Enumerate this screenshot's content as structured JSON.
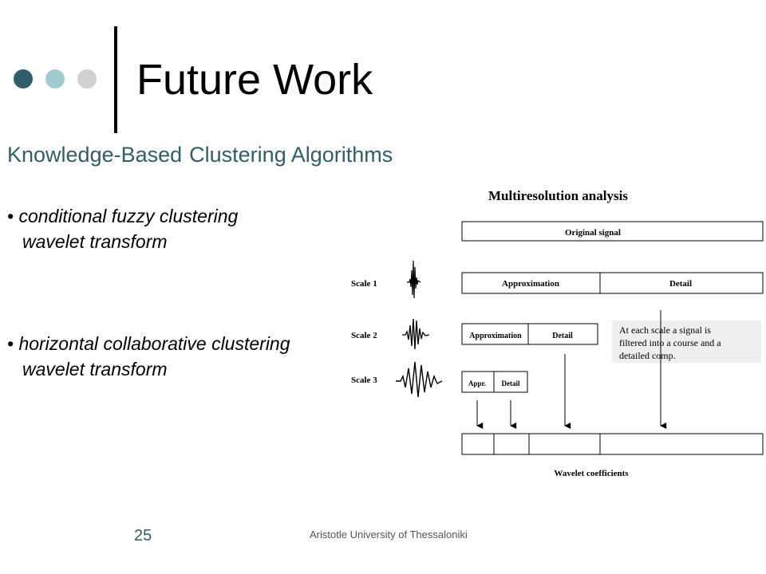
{
  "slide": {
    "title": "Future Work",
    "subtitle_part1": "Knowledge-Based",
    "subtitle_part2": "Clustering Algorithms",
    "bullets": [
      {
        "line1": "• conditional fuzzy clustering",
        "line2": "wavelet transform"
      },
      {
        "line1": "• horizontal collaborative clustering",
        "line2": "wavelet transform"
      }
    ],
    "page_number": "25",
    "footer": "Aristotle University of Thessaloniki"
  },
  "decor": {
    "dot_colors": [
      "#2f5f68",
      "#9fcbd0",
      "#d0d0d0"
    ]
  },
  "figure": {
    "title": "Multiresolution analysis",
    "original_signal": "Original signal",
    "scale1_label": "Scale 1",
    "scale2_label": "Scale 2",
    "scale3_label": "Scale 3",
    "approximation": "Approximation",
    "detail": "Detail",
    "appr": "Appr.",
    "note_line1": "At each scale a signal is",
    "note_line2": "filtered into a course and a",
    "note_line3": "detailed comp.",
    "coefficients": "Wavelet coefficients"
  }
}
